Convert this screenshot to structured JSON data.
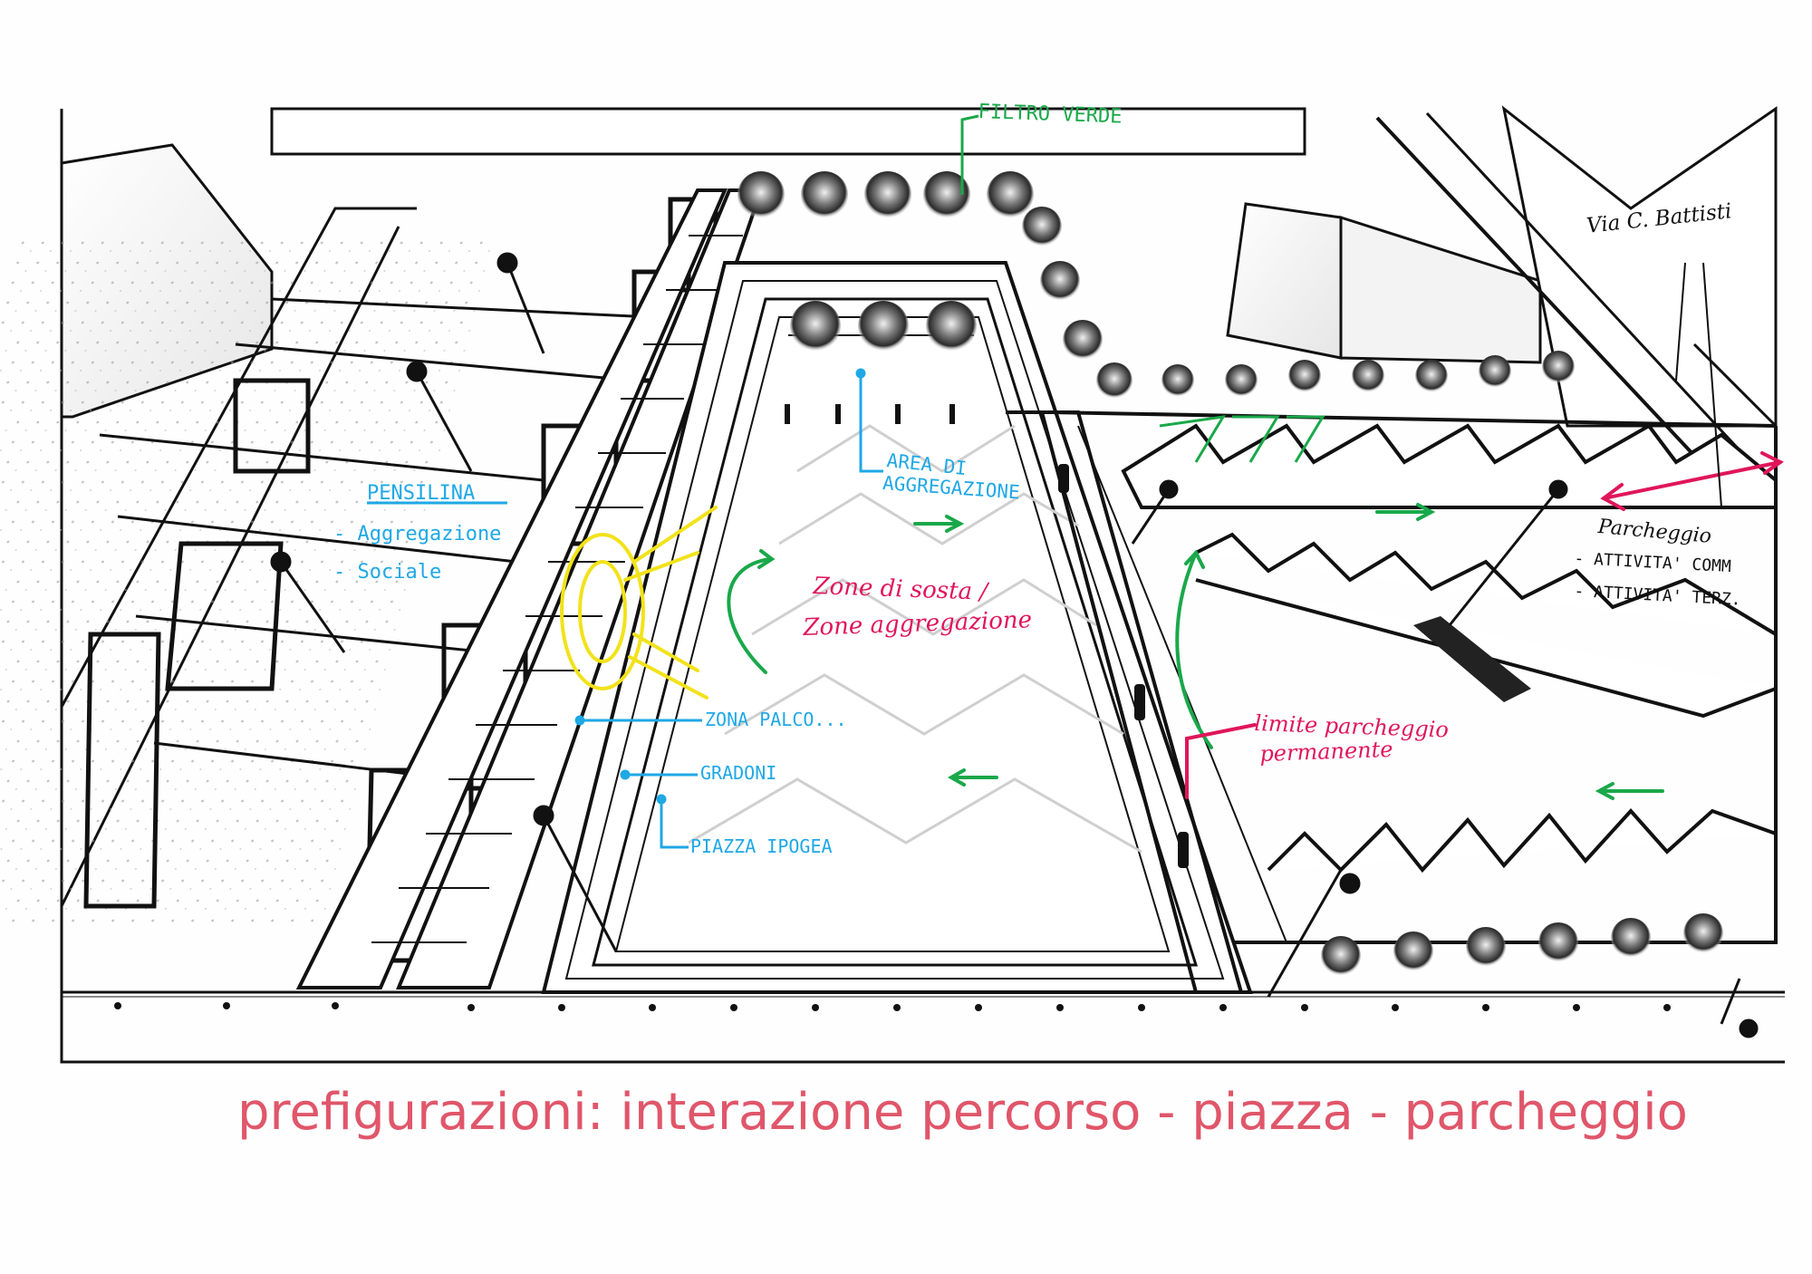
{
  "caption": "prefigurazioni: interazione percorso - piazza - parcheggio",
  "annotations": {
    "filtro_verde": "FILTRO VERDE",
    "via": "Via C. Battisti",
    "pensilina": "PENSILINA",
    "pensilina_item_1": "- Aggregazione",
    "pensilina_item_2": "- Sociale",
    "area_aggregazione_1": "AREA DI",
    "area_aggregazione_2": "AGGREGAZIONE",
    "zona_sosta_1": "Zone di sosta /",
    "zona_sosta_2": "Zone aggregazione",
    "zona_palco": "ZONA PALCO...",
    "gradoni": "GRADONI",
    "piazza_ipogea": "PIAZZA IPOGEA",
    "limite_1": "limite parcheggio",
    "limite_2": "permanente",
    "parcheggio_1": "Parcheggio",
    "parcheggio_2": "- ATTIVITA' COMM",
    "parcheggio_3": "- ATTIVITA' TERZ."
  },
  "colors": {
    "blue": "#1fa8e6",
    "green": "#1aa84a",
    "red": "#e0165a",
    "yellow": "#f2e21a",
    "caption": "#e0566a",
    "ink": "#111111"
  }
}
